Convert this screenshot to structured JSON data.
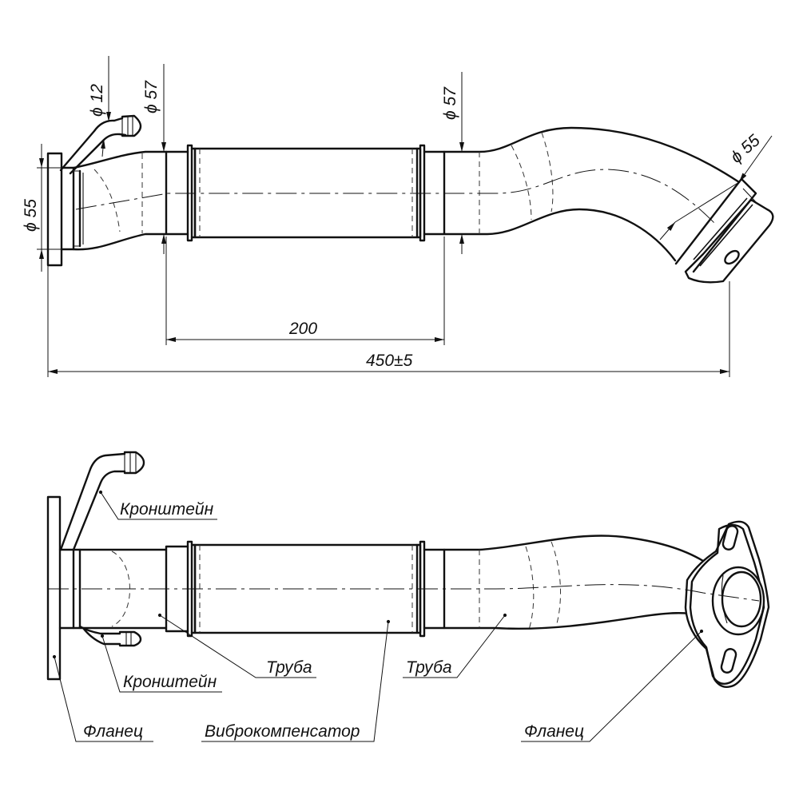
{
  "dimensions": {
    "dia_12": "ϕ 12",
    "dia_57_left": "ϕ 57",
    "dia_57_right": "ϕ 57",
    "dia_55_left": "ϕ 55",
    "dia_55_right": "ϕ 55",
    "len_200": "200",
    "len_450": "450±5"
  },
  "labels": {
    "bracket_top": "Кронштейн",
    "bracket_bottom": "Кронштейн",
    "pipe_left": "Труба",
    "pipe_right": "Труба",
    "flange_left": "Фланец",
    "compensator": "Виброкомпенсатор",
    "flange_right": "Фланец"
  }
}
